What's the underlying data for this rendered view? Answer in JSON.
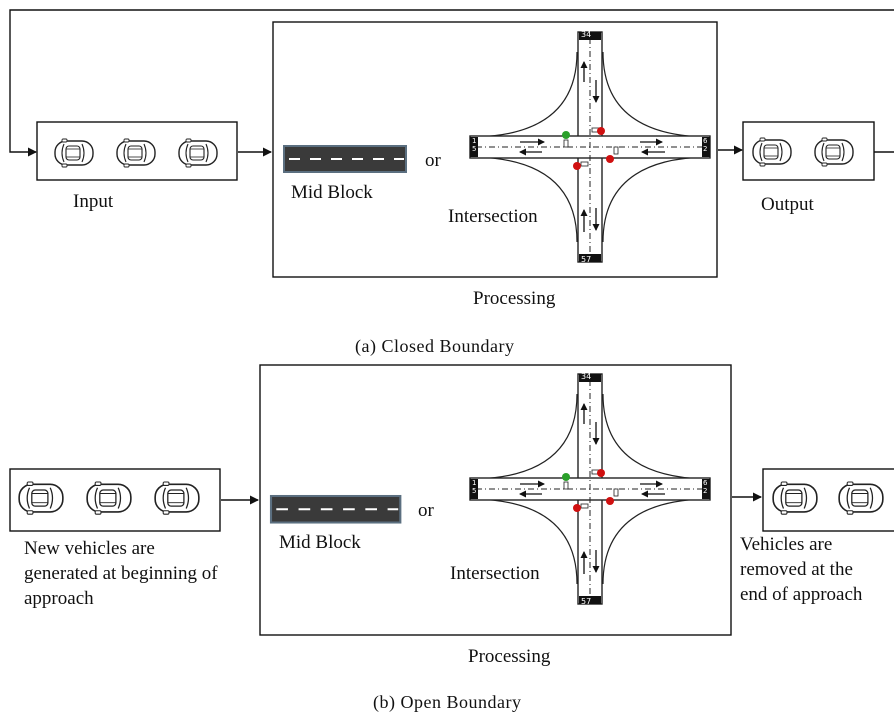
{
  "panel_a": {
    "input_label": "Input",
    "midblock_label": "Mid Block",
    "or_label": "or",
    "intersection_label": "Intersection",
    "output_label": "Output",
    "processing_label": "Processing",
    "caption": "(a) Closed Boundary"
  },
  "panel_b": {
    "input_text_1": "New vehicles are",
    "input_text_2": "generated at beginning of",
    "input_text_3": "approach",
    "midblock_label": "Mid Block",
    "or_label": "or",
    "intersection_label": "Intersection",
    "output_text_1": "Vehicles are",
    "output_text_2": "removed at the",
    "output_text_3": "end of approach",
    "processing_label": "Processing",
    "caption": "(b) Open Boundary"
  },
  "intersection_leg_numbers": {
    "north": [
      "3",
      "4"
    ],
    "south": [
      "5",
      "7"
    ],
    "west": [
      "1",
      "5"
    ],
    "east": [
      "6",
      "2"
    ]
  },
  "colors": {
    "road": "#3a3a3a",
    "road_edge": "#5b6f80",
    "signal_green": "#2aa02a",
    "signal_red": "#d01010"
  },
  "icons": {
    "vehicle": "car-icon",
    "midblock": "road-segment-icon",
    "intersection": "four-way-intersection-icon"
  }
}
